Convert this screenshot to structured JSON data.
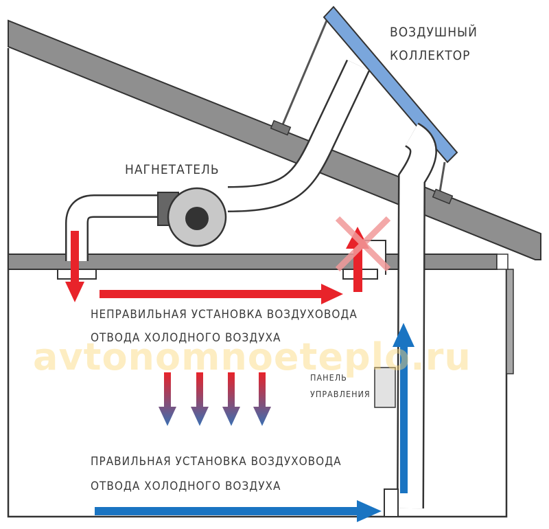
{
  "labels": {
    "collector_line1": "ВОЗДУШНЫЙ",
    "collector_line2": "КОЛЛЕКТОР",
    "blower": "НАГНЕТАТЕЛЬ",
    "wrong_line1": "НЕПРАВИЛЬНАЯ УСТАНОВКА ВОЗДУХОВОДА",
    "wrong_line2": "ОТВОДА ХОЛОДНОГО ВОЗДУХА",
    "right_line1": "ПРАВИЛЬНАЯ УСТАНОВКА ВОЗДУХОВОДА",
    "right_line2": "ОТВОДА ХОЛОДНОГО ВОЗДУХА",
    "panel_line1": "ПАНЕЛЬ",
    "panel_line2": "УПРАВЛЕНИЯ"
  },
  "watermark": "avtonomnoeteplo.ru",
  "colors": {
    "collector": "#7aa6dc",
    "hot_arrow": "#e8232a",
    "cold_arrow": "#1a74c2",
    "roof": "#8f8f8f",
    "outline": "#333333",
    "cross": "#f29a9a"
  }
}
